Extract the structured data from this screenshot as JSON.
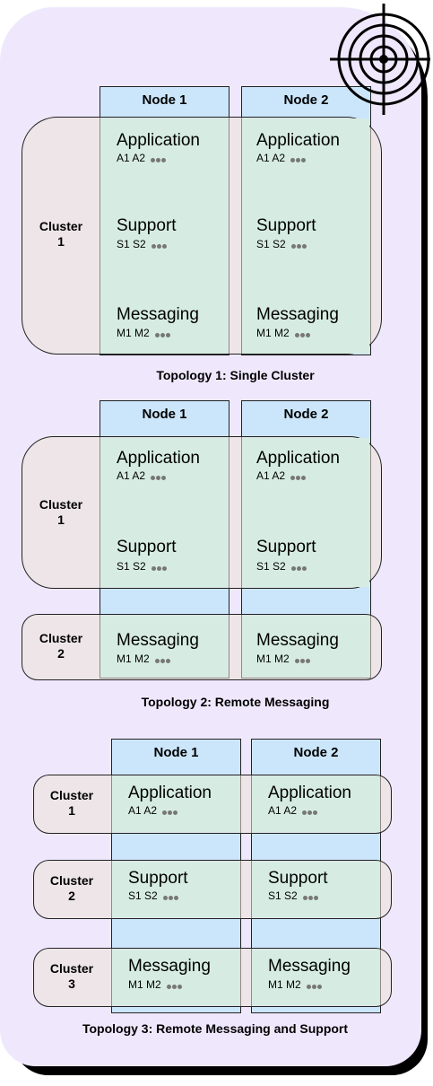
{
  "nodes": [
    "Node 1",
    "Node 2"
  ],
  "components": {
    "application": {
      "title": "Application",
      "items": "A1 A2"
    },
    "support": {
      "title": "Support",
      "items": "S1 S2"
    },
    "messaging": {
      "title": "Messaging",
      "items": "M1 M2"
    }
  },
  "topology1": {
    "caption": "Topology 1: Single Cluster",
    "cluster1": {
      "word": "Cluster",
      "num": "1"
    }
  },
  "topology2": {
    "caption": "Topology 2: Remote Messaging",
    "cluster1": {
      "word": "Cluster",
      "num": "1"
    },
    "cluster2": {
      "word": "Cluster",
      "num": "2"
    }
  },
  "topology3": {
    "caption": "Topology 3: Remote Messaging and Support",
    "cluster1": {
      "word": "Cluster",
      "num": "1"
    },
    "cluster2": {
      "word": "Cluster",
      "num": "2"
    },
    "cluster3": {
      "word": "Cluster",
      "num": "3"
    }
  },
  "colors": {
    "panel": "#efe8fd",
    "node": "#cbe6fb",
    "cluster": "#ebe1d6",
    "overlap": "#d6ece3"
  },
  "icons": {
    "corner": "target-icon",
    "more": "ellipsis-dots-icon"
  }
}
